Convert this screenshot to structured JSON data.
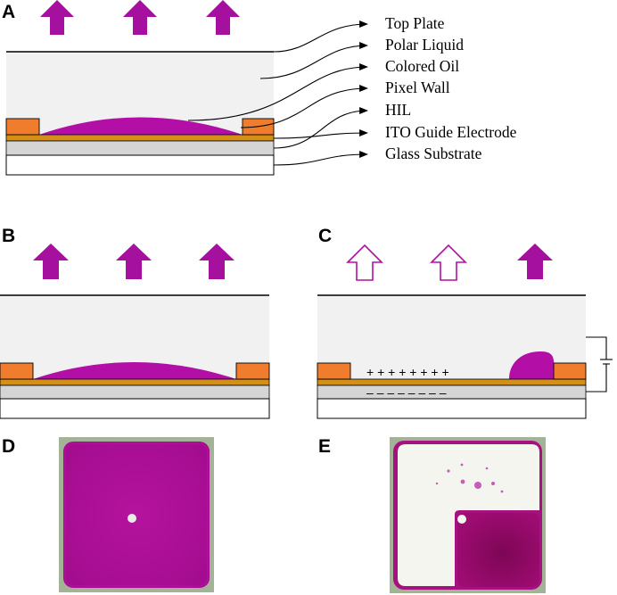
{
  "panels": {
    "a": "A",
    "b": "B",
    "c": "C",
    "d": "D",
    "e": "E"
  },
  "callouts": [
    "Top Plate",
    "Polar Liquid",
    "Colored Oil",
    "Pixel Wall",
    "HIL",
    "ITO Guide Electrode",
    "Glass Substrate"
  ],
  "charges": {
    "positive": "+ + + + + + + +",
    "negative": "– – – – – – – –"
  },
  "colors": {
    "oil": "#b30fa6",
    "arrow": "#a5109e",
    "pixel_wall": "#f07d2e",
    "electrode": "#d39019",
    "hil": "#d5d5d5",
    "liquid": "#f1f1f1",
    "photo_frame": "#a4b398",
    "photo_white": "#f3f5ee",
    "photo_dark": "#8c0860"
  }
}
